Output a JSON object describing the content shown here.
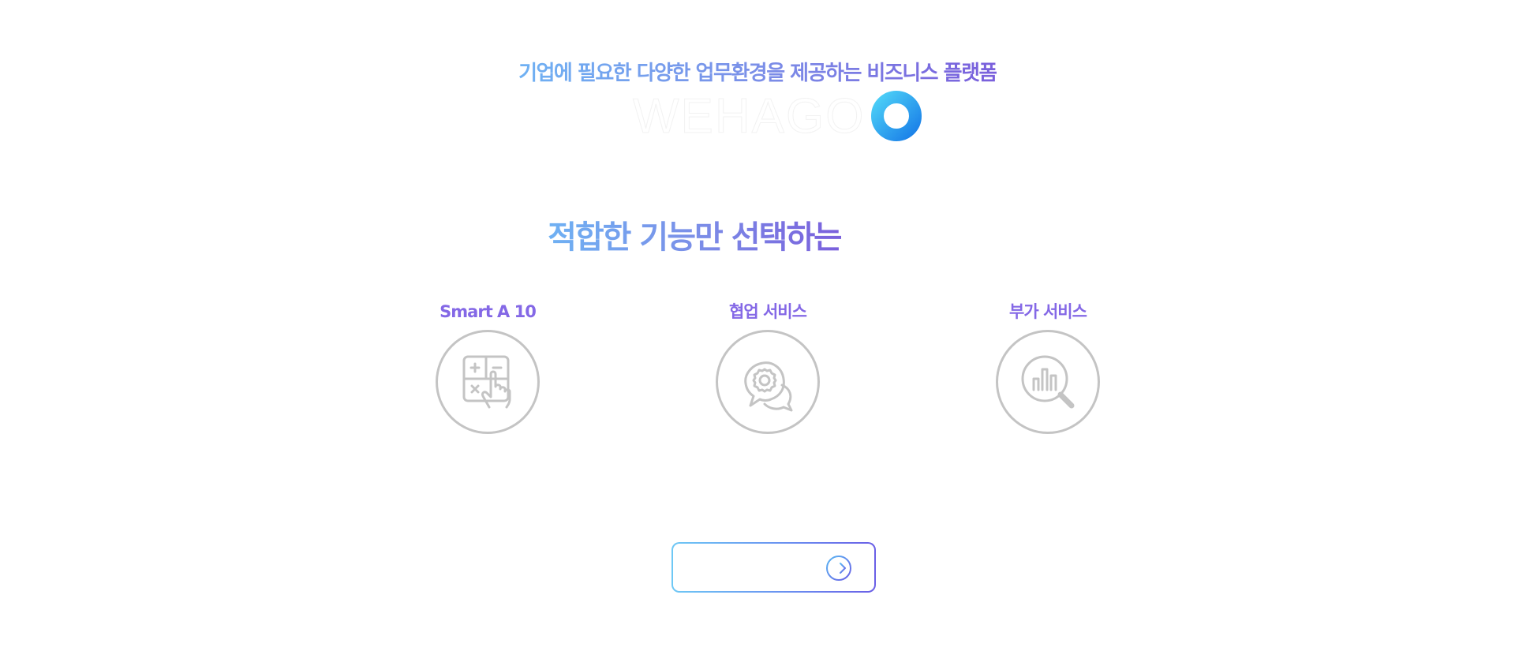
{
  "hero": {
    "tagline": "기업에 필요한 다양한 업무환경을 제공하는 비즈니스 플랫폼",
    "logo_text": "WEHAGO"
  },
  "section": {
    "headline": "적합한 기능만 선택하는"
  },
  "features": [
    {
      "title": "Smart A 10",
      "icon": "calculator-touch-icon"
    },
    {
      "title": "협업 서비스",
      "icon": "chat-gear-icon"
    },
    {
      "title": "부가 서비스",
      "icon": "chart-search-icon"
    }
  ],
  "cta": {
    "label": "",
    "icon": "arrow-right-circle-icon"
  },
  "colors": {
    "gradient_start": "#6fb1f3",
    "gradient_end": "#7a5fdc",
    "feature_title": "#8468e6",
    "icon_gray": "#c4c4c4",
    "logo_blue": "#2f9bf0"
  }
}
